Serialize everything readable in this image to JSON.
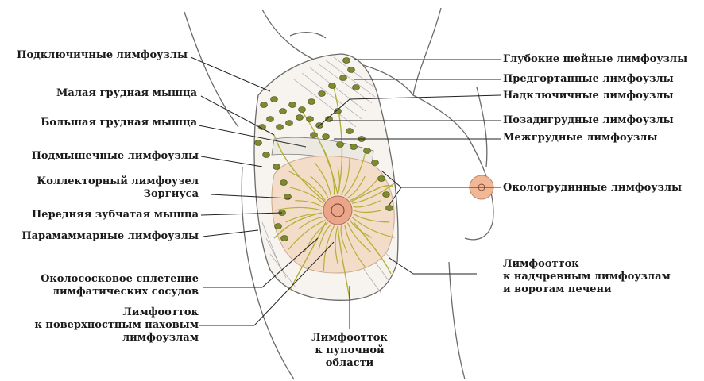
{
  "labels_left": [
    {
      "id": "subclavian",
      "lines": [
        "Подключичные лимфоузлы"
      ]
    },
    {
      "id": "pec-minor",
      "lines": [
        "Малая грудная мышца"
      ]
    },
    {
      "id": "pec-major",
      "lines": [
        "Большая грудная мышца"
      ]
    },
    {
      "id": "axillary",
      "lines": [
        "Подмышечные лимфоузлы"
      ]
    },
    {
      "id": "sorgius",
      "lines": [
        "Коллекторный лимфоузел",
        "Зоргиуса"
      ]
    },
    {
      "id": "serratus",
      "lines": [
        "Передняя зубчатая мышца"
      ]
    },
    {
      "id": "paramammary",
      "lines": [
        "Парамаммарные лимфоузлы"
      ]
    },
    {
      "id": "periareolar",
      "lines": [
        "Околососковое сплетение",
        "лимфатических сосудов"
      ]
    },
    {
      "id": "inguinal",
      "lines": [
        "Лимфоотток",
        "к поверхностным паховым",
        "лимфоузлам"
      ]
    }
  ],
  "labels_right": [
    {
      "id": "deep-cervical",
      "lines": [
        "Глубокие шейные лимфоузлы"
      ]
    },
    {
      "id": "prelaryngeal",
      "lines": [
        "Предгортанные лимфоузлы"
      ]
    },
    {
      "id": "supraclavicular",
      "lines": [
        "Надключичные лимфоузлы"
      ]
    },
    {
      "id": "retropectoral",
      "lines": [
        "Позадигрудные лимфоузлы"
      ]
    },
    {
      "id": "interpectoral",
      "lines": [
        "Межгрудные лимфоузлы"
      ]
    },
    {
      "id": "parasternal",
      "lines": [
        "Окологрудинные лимфоузлы"
      ]
    },
    {
      "id": "epigastric",
      "lines": [
        "Лимфоотток",
        "к надчревным лимфоузлам",
        "и воротам печени"
      ]
    }
  ],
  "labels_bottom": [
    {
      "id": "umbilical",
      "lines": [
        "Лимфоотток",
        "к пупочной",
        "области"
      ]
    }
  ],
  "colors": {
    "node_fill": "#7d8a2e",
    "node_stroke": "#3e4514",
    "vessel": "#b4b03a",
    "gland_fill": "#f3ddc9",
    "areola_fill": "#e9a68a",
    "outline": "#6a6a6a",
    "leader": "#222222"
  }
}
